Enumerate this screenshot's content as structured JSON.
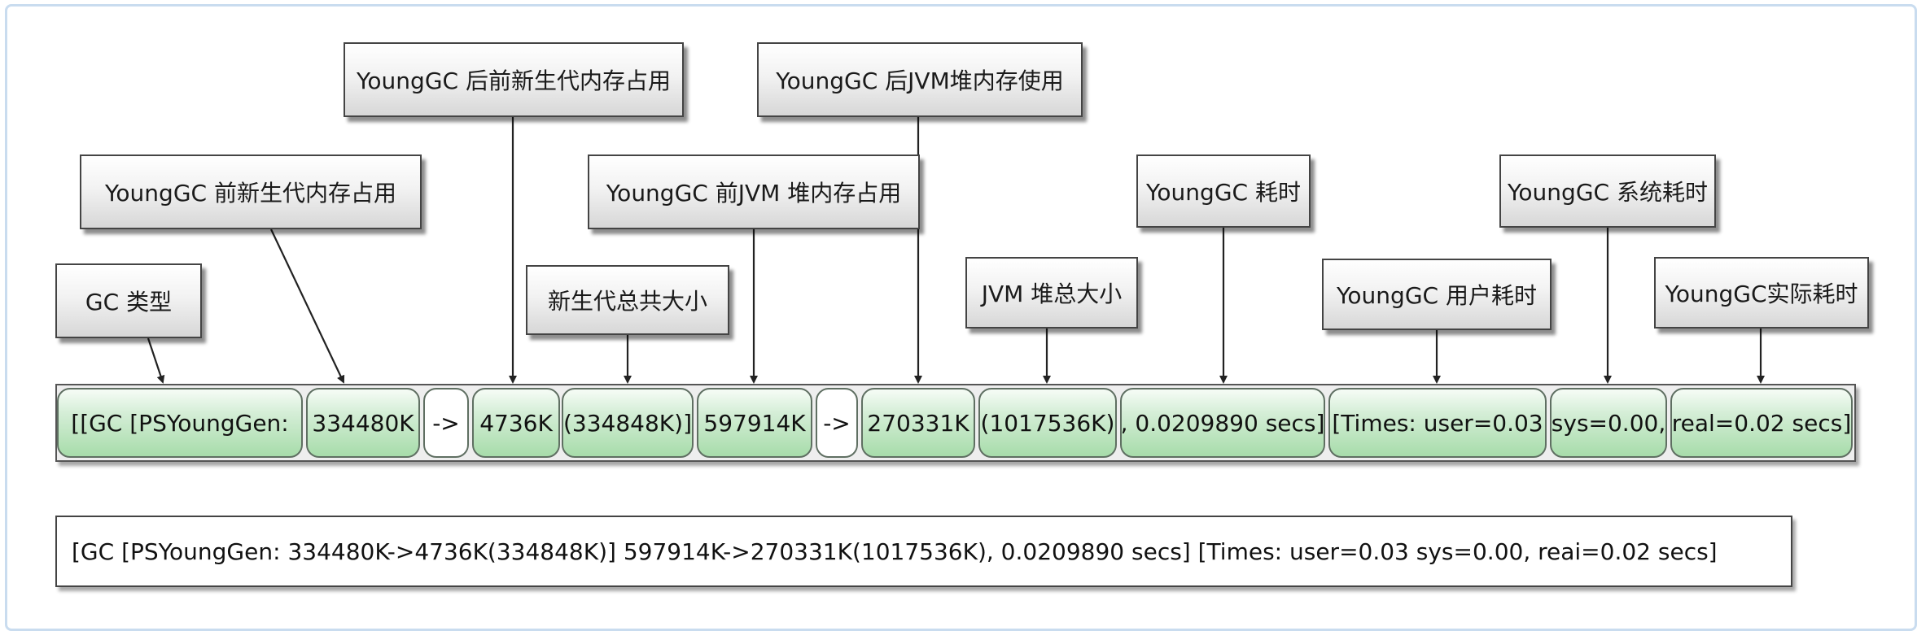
{
  "labels": {
    "gc_type": "GC 类型",
    "young_before": "YoungGC 前新生代内存占用",
    "young_after": "YoungGC 后前新生代内存占用",
    "young_total": "新生代总共大小",
    "jvm_before": "YoungGC 前JVM 堆内存占用",
    "jvm_after": "YoungGC 后JVM堆内存使用",
    "jvm_total": "JVM 堆总大小",
    "gc_time": "YoungGC 耗时",
    "user_time": "YoungGC 用户耗时",
    "sys_time": "YoungGC 系统耗时",
    "real_time": "YoungGC实际耗时"
  },
  "segments": {
    "gc_type": "[[GC [PSYoungGen:",
    "young_before": "334480K",
    "arrow1": "->",
    "young_after": "4736K",
    "young_total": "(334848K)]",
    "jvm_before": "597914K",
    "arrow2": "->",
    "jvm_after": "270331K",
    "jvm_total": "(1017536K)",
    "gc_time": ", 0.0209890 secs]",
    "user_time": "[Times: user=0.03",
    "sys_time": "sys=0.00,",
    "real_time": "real=0.02 secs]"
  },
  "full_log": "[GC [PSYoungGen: 334480K->4736K(334848K)] 597914K->270331K(1017536K), 0.0209890 secs] [Times: user=0.03 sys=0.00, reai=0.02 secs]"
}
